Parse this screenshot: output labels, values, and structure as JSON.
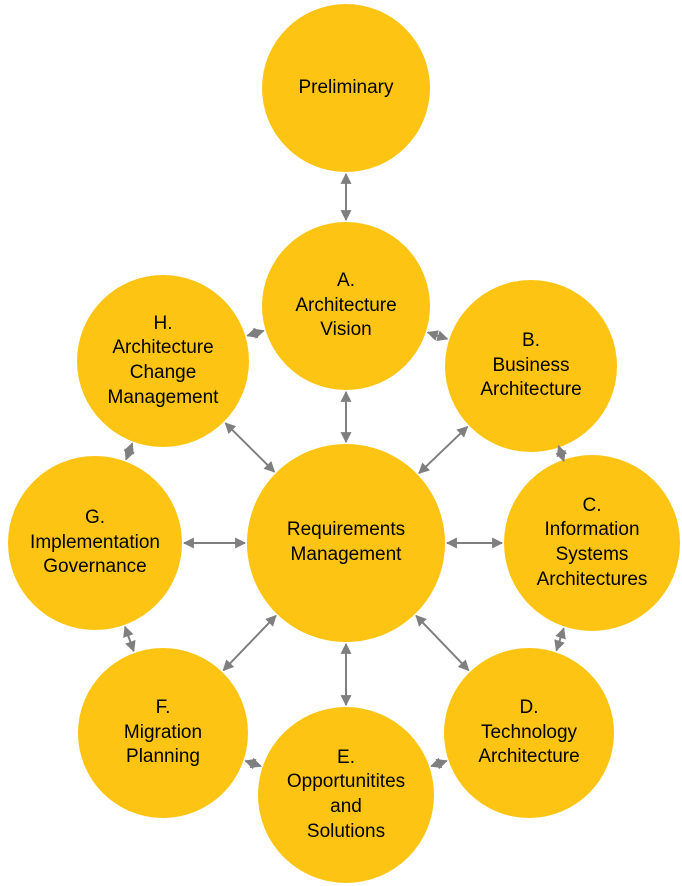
{
  "colors": {
    "background": "#FFFFFF",
    "node_fill": "#FEC414",
    "arrow": "#7F7F7F",
    "text": "#000000"
  },
  "nodes": [
    {
      "id": "preliminary",
      "letter": "",
      "label": "Preliminary"
    },
    {
      "id": "a",
      "letter": "A.",
      "label": "Architecture\nVision"
    },
    {
      "id": "b",
      "letter": "B.",
      "label": "Business\nArchitecture"
    },
    {
      "id": "c",
      "letter": "C.",
      "label": "Information\nSystems\nArchitectures"
    },
    {
      "id": "d",
      "letter": "D.",
      "label": "Technology\nArchitecture"
    },
    {
      "id": "e",
      "letter": "E.",
      "label": "Opportunitites\nand\nSolutions"
    },
    {
      "id": "f",
      "letter": "F.",
      "label": "Migration\nPlanning"
    },
    {
      "id": "g",
      "letter": "G.",
      "label": "Implementation\nGovernance"
    },
    {
      "id": "h",
      "letter": "H.",
      "label": "Architecture\nChange\nManagement"
    },
    {
      "id": "requirements",
      "letter": "",
      "label": "Requirements\nManagement"
    }
  ],
  "edges": [
    [
      "preliminary",
      "a"
    ],
    [
      "h",
      "a"
    ],
    [
      "a",
      "b"
    ],
    [
      "b",
      "c"
    ],
    [
      "c",
      "d"
    ],
    [
      "d",
      "e"
    ],
    [
      "e",
      "f"
    ],
    [
      "f",
      "g"
    ],
    [
      "g",
      "h"
    ],
    [
      "a",
      "requirements"
    ],
    [
      "b",
      "requirements"
    ],
    [
      "c",
      "requirements"
    ],
    [
      "d",
      "requirements"
    ],
    [
      "e",
      "requirements"
    ],
    [
      "f",
      "requirements"
    ],
    [
      "g",
      "requirements"
    ],
    [
      "h",
      "requirements"
    ]
  ]
}
